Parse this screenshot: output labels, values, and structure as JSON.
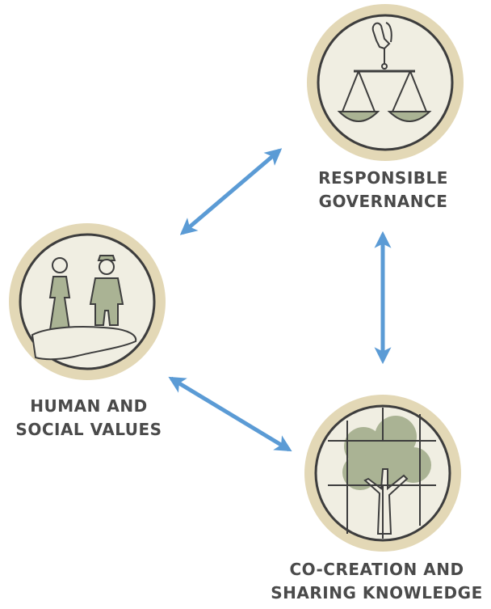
{
  "nodes": [
    {
      "id": "responsible-governance",
      "icon": "scales-of-justice-icon",
      "label_lines": [
        "RESPONSIBLE",
        "GOVERNANCE"
      ]
    },
    {
      "id": "human-social-values",
      "icon": "people-on-hand-icon",
      "label_lines": [
        "HUMAN AND",
        "SOCIAL VALUES"
      ]
    },
    {
      "id": "co-creation-sharing-knowledge",
      "icon": "tree-puzzle-icon",
      "label_lines": [
        "CO-CREATION AND",
        "SHARING KNOWLEDGE"
      ]
    }
  ],
  "connections": [
    {
      "from": "human-social-values",
      "to": "responsible-governance",
      "type": "bidirectional"
    },
    {
      "from": "responsible-governance",
      "to": "co-creation-sharing-knowledge",
      "type": "bidirectional"
    },
    {
      "from": "human-social-values",
      "to": "co-creation-sharing-knowledge",
      "type": "bidirectional"
    }
  ],
  "colors": {
    "arrow": "#5b9bd5",
    "circle_ring": "#e3d8b6",
    "circle_fill": "#f0eee2",
    "circle_outline": "#3d3d3d",
    "icon_fill": "#aab394",
    "label_text": "#4a4a4a"
  }
}
